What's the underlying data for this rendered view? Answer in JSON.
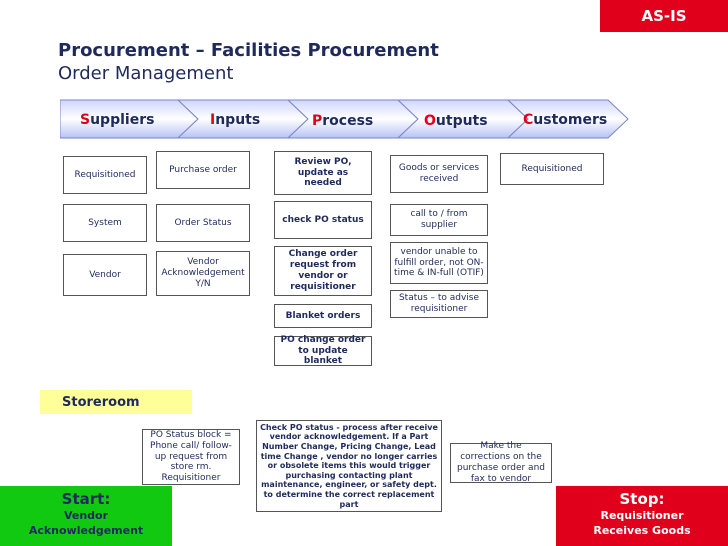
{
  "badge": "AS-IS",
  "header": {
    "title": "Procurement – Facilities Procurement",
    "subtitle": "Order Management"
  },
  "stages": [
    {
      "initial": "S",
      "rest": "uppliers"
    },
    {
      "initial": "I",
      "rest": "nputs"
    },
    {
      "initial": "P",
      "rest": "rocess"
    },
    {
      "initial": "O",
      "rest": "utputs"
    },
    {
      "initial": "C",
      "rest": "ustomers"
    }
  ],
  "suppliers": [
    "Requisitioned",
    "System",
    "Vendor"
  ],
  "inputs": [
    "Purchase order",
    "Order Status",
    "Vendor Acknowledgement Y/N"
  ],
  "process": [
    "Review PO, update as needed",
    "check PO status",
    "Change order request from vendor or requisitioner",
    "Blanket orders",
    "PO change order to update blanket"
  ],
  "outputs": [
    "Goods or services received",
    "call to / from supplier",
    "vendor unable to fulfill order, not ON-time & IN-full (OTIF)",
    "Status – to advise requisitioner"
  ],
  "customers": [
    "Requisitioned"
  ],
  "storeroom": {
    "label": "Storeroom",
    "box1": "PO Status block = Phone call/ follow-up request from store rm. Requisitioner",
    "box2": "Check PO status - process after receive vendor acknowledgement. If a Part Number Change, Pricing Change, Lead time Change , vendor no longer carries or obsolete items this would trigger purchasing contacting plant maintenance, engineer, or safety dept. to determine the correct replacement part",
    "box3": "Make the corrections on the purchase order and fax to vendor"
  },
  "start": {
    "label": "Start:",
    "line1": "Vendor",
    "line2": "Acknowledgement"
  },
  "stop": {
    "label": "Stop:",
    "line1": "Requisitioner",
    "line2": "Receives Goods"
  }
}
